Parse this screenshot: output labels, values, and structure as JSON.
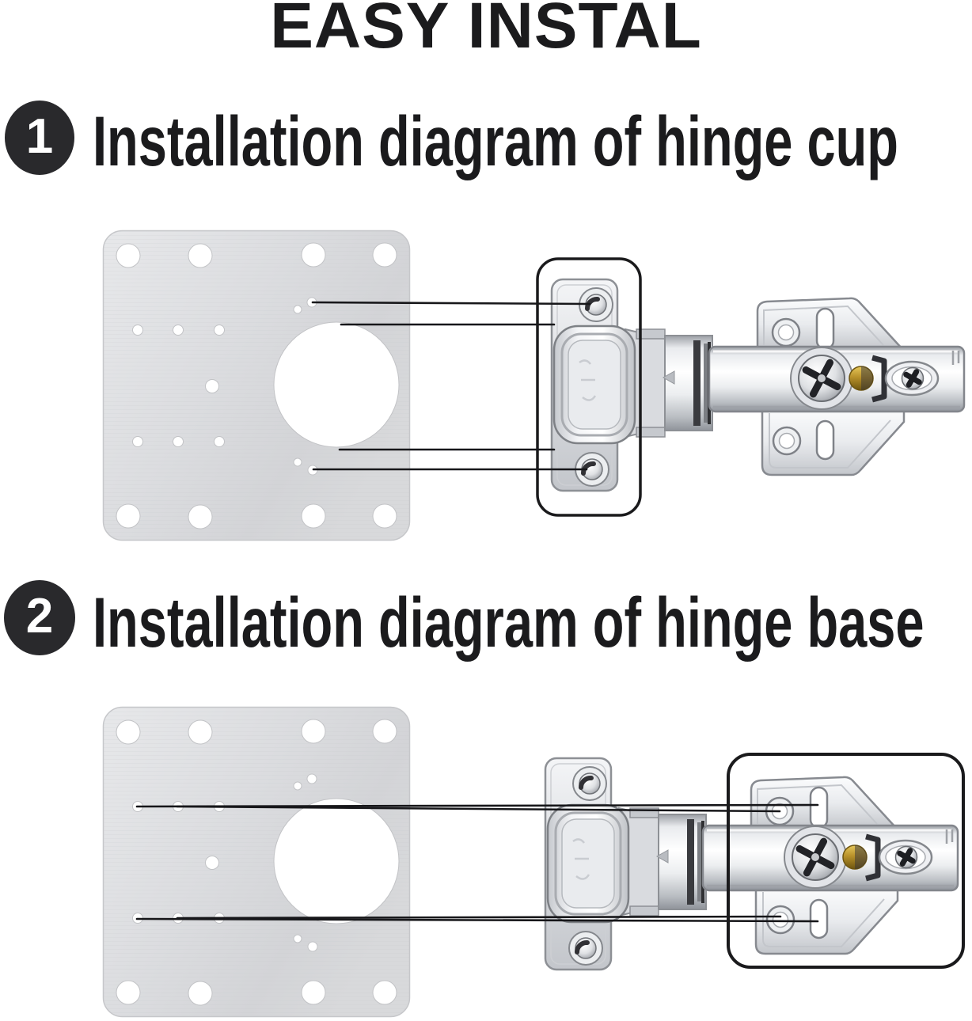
{
  "title": "EASY INSTAL",
  "steps": [
    {
      "number": "1",
      "heading": "Installation diagram of hinge cup"
    },
    {
      "number": "2",
      "heading": "Installation diagram of hinge base"
    }
  ],
  "colors": {
    "background": "#ffffff",
    "text": "#1b1b1d",
    "badge_background": "#29292c",
    "badge_number": "#ffffff",
    "callout_line": "#17171a",
    "highlight_outline": "#1a1a1c",
    "plate_steel": "#d9dadc",
    "hinge_chrome": "#e8eaec",
    "brass_screw": "#b8912a"
  }
}
